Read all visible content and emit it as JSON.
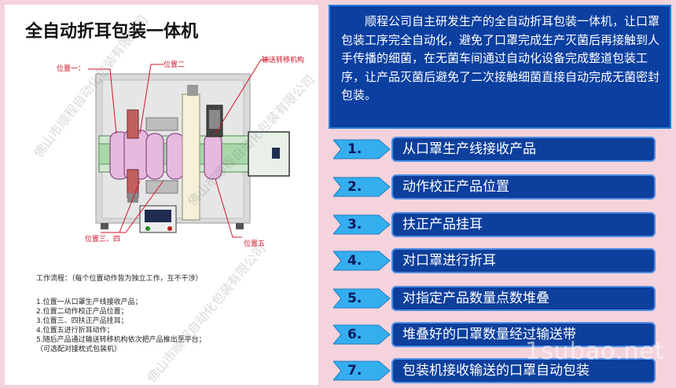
{
  "title": "全自动折耳包装一体机",
  "callouts": {
    "pos1": "位置一：",
    "pos2": "位置二",
    "conveyor": "输送转移机构",
    "pos34": "位置三、四",
    "pos5": "位置五"
  },
  "workflow": {
    "head": "工作流程：（每个位置动作皆为独立工作，互不干涉）",
    "items": [
      "1.位置一从口罩生产线接收产品；",
      "2.位置二动作校正产品位置；",
      "3.位置三、四扶正产品挂耳；",
      "4.位置五进行折耳动作；",
      "5.随后产品通过输送转移机构依次把产品推出至平台；",
      "（可选配对接枕式包装机）"
    ]
  },
  "watermark": "佛山市顺程自动化包装有限公司",
  "description": "顺程公司自主研发生产的全自动折耳包装一体机，让口罩包装工序完全自动化，避免了口罩完成生产灭菌后再接触到人手传播的细菌，在无菌车间通过自动化设备完成整道包装工序，让产品灭菌后避免了二次接触细菌直接自动完成无菌密封包装。",
  "steps": [
    {
      "num": "1.",
      "text": "从口罩生产线接收产品"
    },
    {
      "num": "2.",
      "text": "动作校正产品位置"
    },
    {
      "num": "3.",
      "text": "扶正产品挂耳"
    },
    {
      "num": "4.",
      "text": "对口罩进行折耳"
    },
    {
      "num": "5.",
      "text": "对指定产品数量点数堆叠"
    },
    {
      "num": "6.",
      "text": "堆叠好的口罩数量经过输送带"
    },
    {
      "num": "7.",
      "text": "包装机接收输送的口罩自动包装"
    }
  ],
  "site_watermark": "1subao.net",
  "colors": {
    "callout": "#d0152a",
    "panel_blue": "#0b3fa0",
    "step_border": "#4b8de4",
    "arrow_fill": "#35aef0",
    "background": "#f4d3dc"
  }
}
